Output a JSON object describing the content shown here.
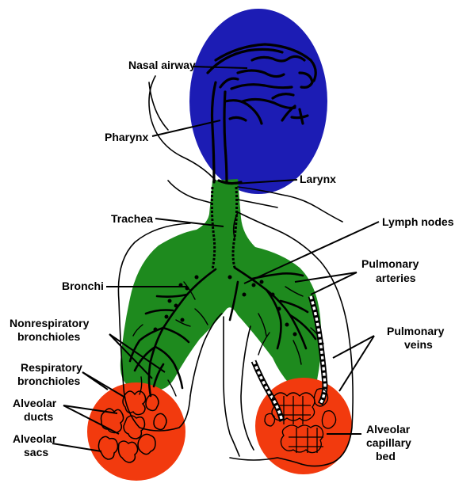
{
  "colors": {
    "upper_airway": "#1c1cb4",
    "conducting_zone": "#1e8a1e",
    "alveolar_region": "#f23a0e",
    "ink": "#000000",
    "background": "#ffffff"
  },
  "labels": {
    "nasal_airway": "Nasal airway",
    "pharynx": "Pharynx",
    "larynx": "Larynx",
    "trachea": "Trachea",
    "lymph_nodes": "Lymph nodes",
    "bronchi": "Bronchi",
    "pulmonary_arteries": [
      "Pulmonary",
      "arteries"
    ],
    "nonrespiratory_bronchioles": [
      "Nonrespiratory",
      "bronchioles"
    ],
    "pulmonary_veins": [
      "Pulmonary",
      "veins"
    ],
    "respiratory_bronchioles": [
      "Respiratory",
      "bronchioles"
    ],
    "alveolar_ducts": [
      "Alveolar",
      "ducts"
    ],
    "alveolar_sacs": [
      "Alveolar",
      "sacs"
    ],
    "alveolar_capillary_bed": [
      "Alveolar",
      "capillary",
      "bed"
    ]
  }
}
